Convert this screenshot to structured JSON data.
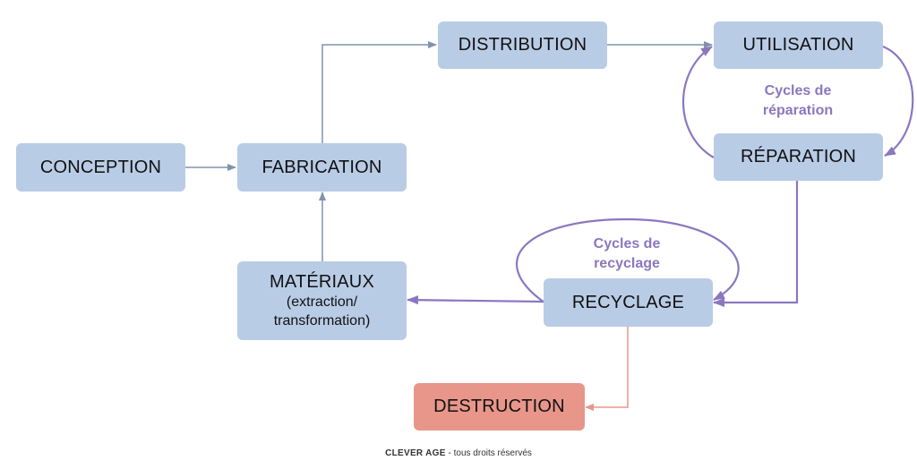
{
  "diagram": {
    "nodes": {
      "conception": {
        "label": "CONCEPTION"
      },
      "fabrication": {
        "label": "FABRICATION"
      },
      "distribution": {
        "label": "DISTRIBUTION"
      },
      "utilisation": {
        "label": "UTILISATION"
      },
      "reparation": {
        "label": "RÉPARATION"
      },
      "materiaux": {
        "label": "MATÉRIAUX",
        "sublabel_1": "(extraction/",
        "sublabel_2": "transformation)"
      },
      "recyclage": {
        "label": "RECYCLAGE"
      },
      "destruction": {
        "label": "DESTRUCTION"
      }
    },
    "cycles": {
      "reparation": {
        "line_1": "Cycles de",
        "line_2": "réparation"
      },
      "recyclage": {
        "line_1": "Cycles de",
        "line_2": "recyclage"
      }
    },
    "colors": {
      "node_fill": "#b9cce6",
      "destruction_fill": "#e8968a",
      "flow_arrow": "#7f93ad",
      "cycle_arrow": "#8a77c0",
      "destruction_arrow": "#e8968a"
    }
  },
  "footer": {
    "brand": "CLEVER AGE",
    "rights": "- tous droits réservés"
  }
}
